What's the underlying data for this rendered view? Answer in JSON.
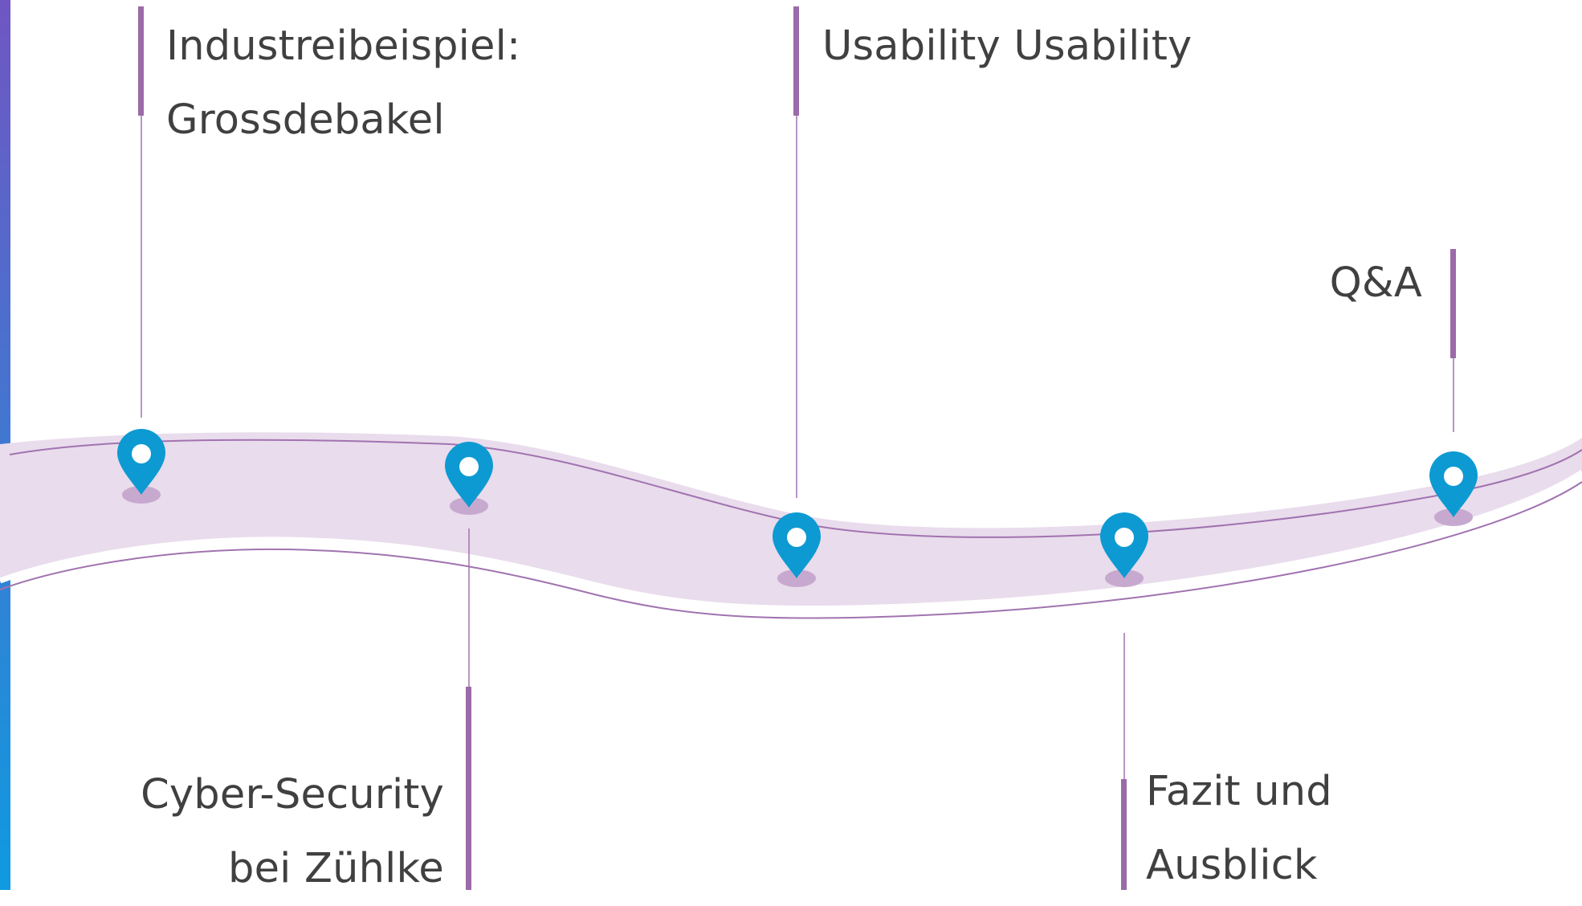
{
  "theme": {
    "accent_purple": "#9b6aa8",
    "road_fill": "#e9dcec",
    "road_stroke": "#a173b0",
    "pin_blue": "#0d9ad2",
    "pin_shadow": "#c7a9cf",
    "text_color": "#404040",
    "bar_top": "#7056c2",
    "bar_bottom": "#0f9ae0"
  },
  "milestones": [
    {
      "id": "industriebeispiel",
      "lines": [
        "Industreibeispiel:",
        "Grossdebakel"
      ],
      "position": "above",
      "pin_icon": "map-pin-icon"
    },
    {
      "id": "cyber-security",
      "lines": [
        "Cyber-Security",
        "bei Zühlke"
      ],
      "position": "below",
      "pin_icon": "map-pin-icon"
    },
    {
      "id": "usability",
      "lines": [
        "Usability Usability"
      ],
      "position": "above",
      "pin_icon": "map-pin-icon"
    },
    {
      "id": "fazit",
      "lines": [
        "Fazit und",
        "Ausblick"
      ],
      "position": "below",
      "pin_icon": "map-pin-icon"
    },
    {
      "id": "qa",
      "lines": [
        "Q&A"
      ],
      "position": "above",
      "pin_icon": "map-pin-icon"
    }
  ]
}
